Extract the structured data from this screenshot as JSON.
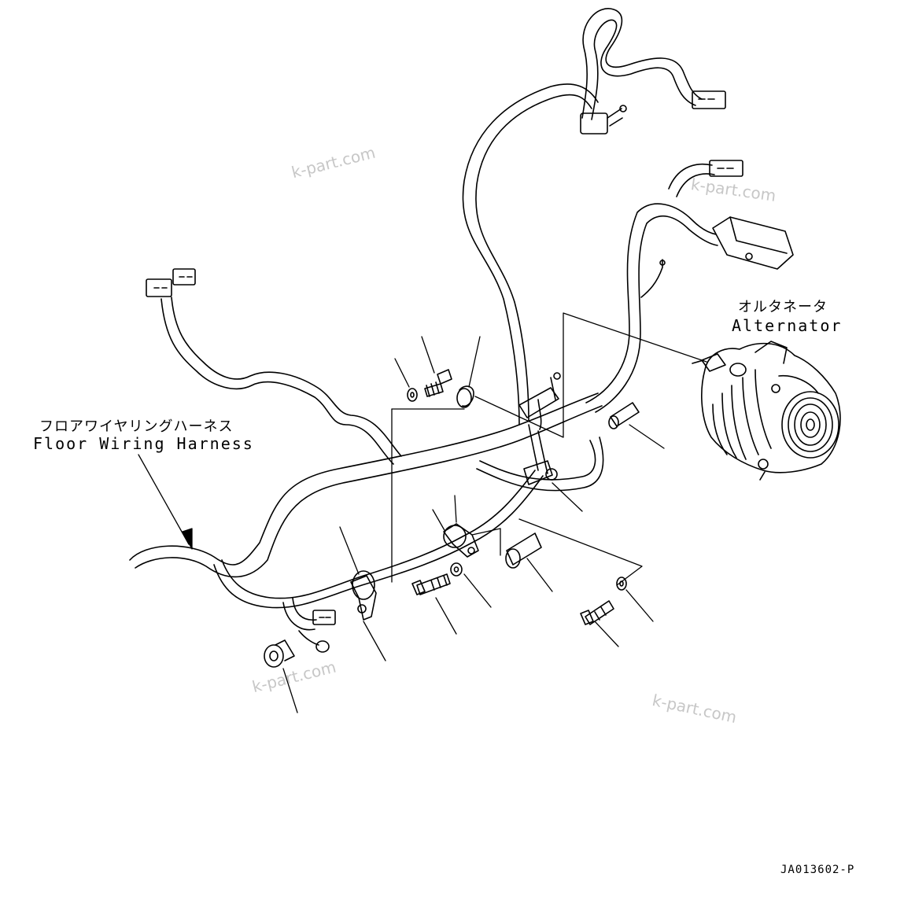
{
  "labels": {
    "alternator_jp": "オルタネータ",
    "alternator_en": "Alternator",
    "harness_jp": "フロアワイヤリングハーネス",
    "harness_en": "Floor Wiring Harness"
  },
  "drawing_code": "JA013602-P",
  "watermarks": [
    "k-part.com",
    "k-part.com",
    "k-part.com",
    "k-part.com"
  ],
  "colors": {
    "line": "#000000",
    "watermark": "#c7c7c7",
    "background": "#ffffff"
  }
}
